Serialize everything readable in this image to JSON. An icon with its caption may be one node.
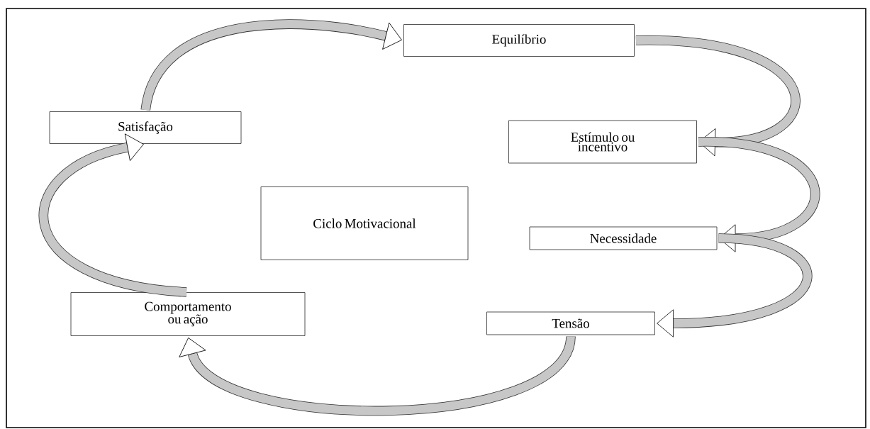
{
  "diagram": {
    "nodes": [
      {
        "text": [
          "Equilíbrio"
        ]
      },
      {
        "text": [
          "Satisfação"
        ]
      },
      {
        "text": [
          "Estímulo ou incentivo"
        ]
      },
      {
        "text": [
          "Ciclo Motivacional"
        ]
      },
      {
        "text": [
          "Necessidade"
        ]
      },
      {
        "text": [
          "Comportamento ou ação"
        ]
      },
      {
        "text": [
          "Tensão"
        ]
      }
    ],
    "edges": [
      {
        "from": 0,
        "to": 2,
        "arrow": "to"
      },
      {
        "from": 2,
        "to": 4,
        "arrow": "to"
      },
      {
        "from": 4,
        "to": 6,
        "arrow": "to"
      },
      {
        "from": 6,
        "to": 5,
        "arrow": "to"
      },
      {
        "from": 5,
        "to": 1,
        "arrow": "to"
      },
      {
        "from": 1,
        "to": 0,
        "arrow": "to"
      }
    ]
  }
}
